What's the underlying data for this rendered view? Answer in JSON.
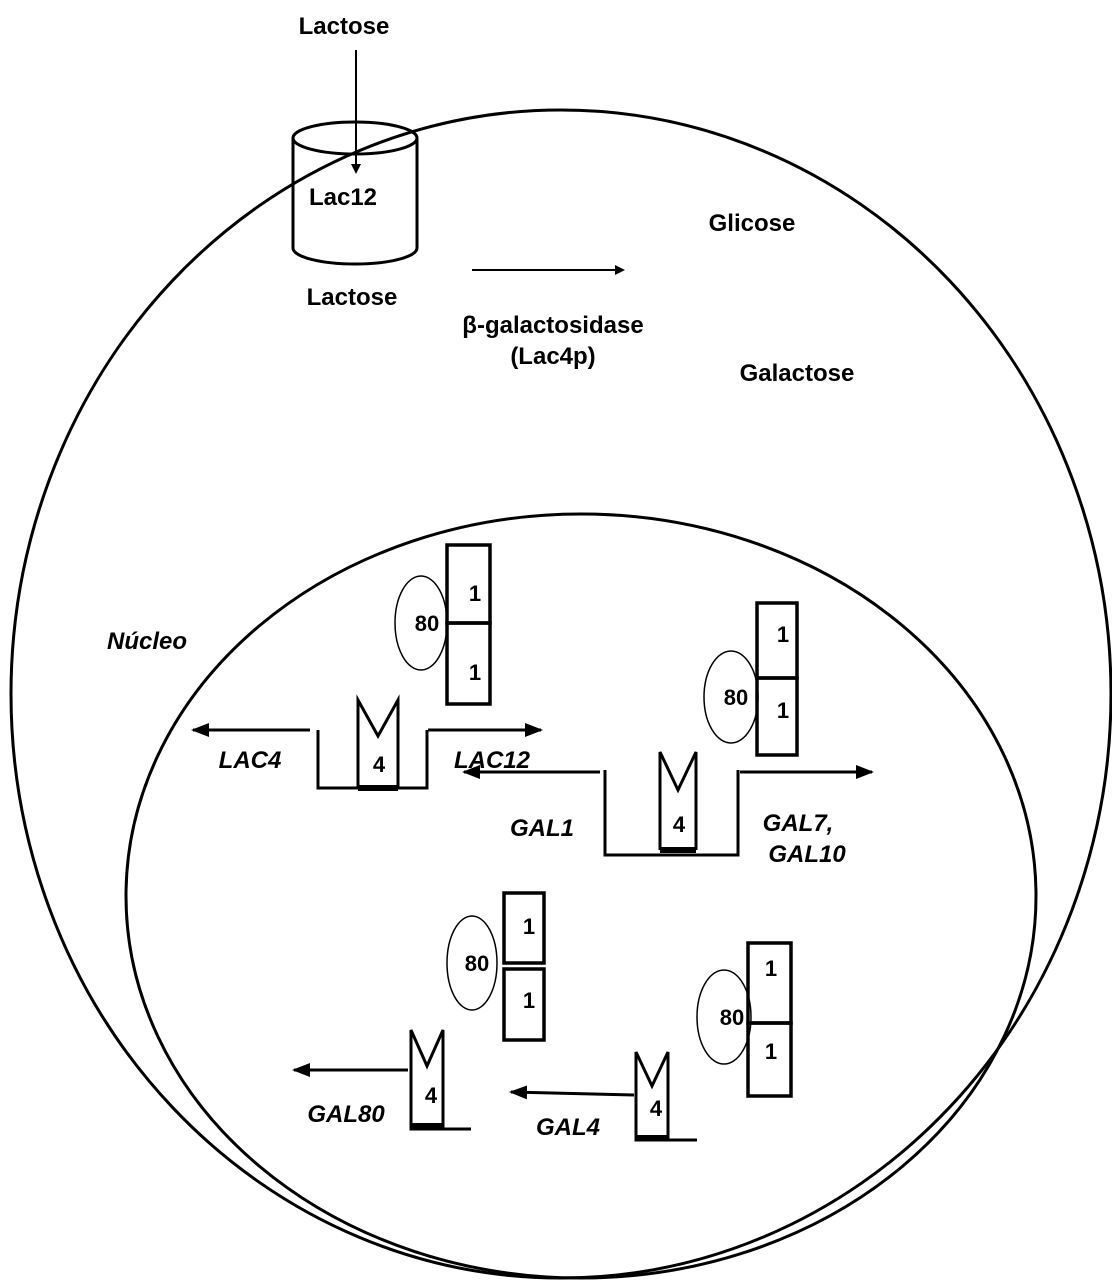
{
  "labels": {
    "lactose_outside": "Lactose",
    "lactose_inside": "Lactose",
    "transporter": "Lac12",
    "glucose": "Glicose",
    "galactose": "Galactose",
    "enzyme_name": "β-galactosidase",
    "enzyme_protein": "(Lac4p)",
    "nucleus": "Núcleo"
  },
  "genes": {
    "lac4": "LAC4",
    "lac12": "LAC12",
    "gal1": "GAL1",
    "gal7": "GAL7,",
    "gal10": "GAL10",
    "gal80": "GAL80",
    "gal4": "GAL4"
  },
  "proteins": {
    "gal80": "80",
    "gal1": "1",
    "gal4": "4"
  },
  "colors": {
    "line": "#000000",
    "background": "#ffffff"
  }
}
